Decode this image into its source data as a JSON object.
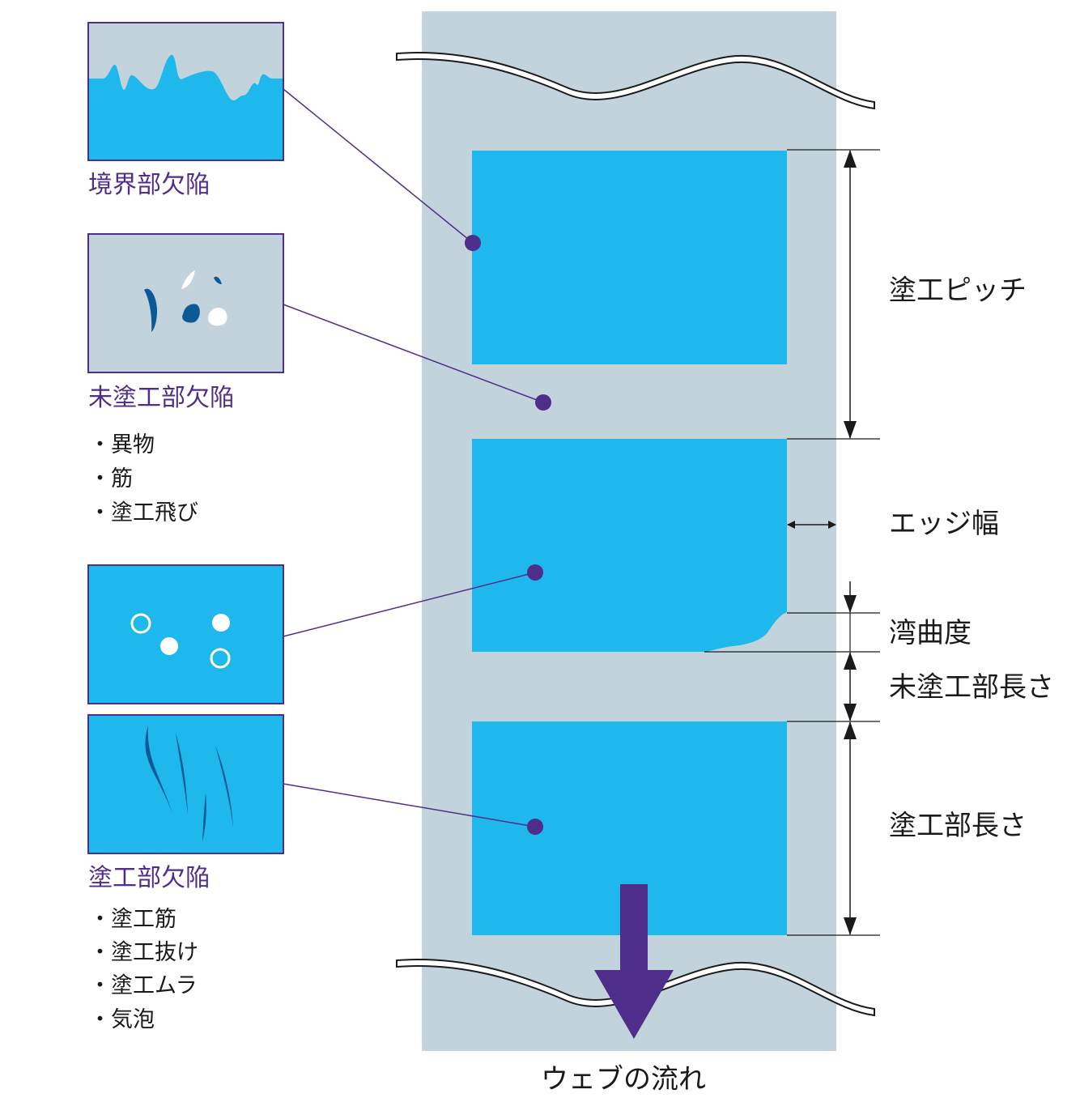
{
  "colors": {
    "web": "#c3d3dc",
    "coating": "#1fb8ed",
    "accent": "#4f2d8a",
    "dark_blue": "#0b5a97",
    "line": "#1a1a1a"
  },
  "defects": {
    "boundary": {
      "title": "境界部欠陥"
    },
    "uncoated": {
      "title": "未塗工部欠陥",
      "items": [
        "異物",
        "筋",
        "塗工飛び"
      ]
    },
    "coated": {
      "title": "塗工部欠陥",
      "items": [
        "塗工筋",
        "塗工抜け",
        "塗工ムラ",
        "気泡"
      ]
    }
  },
  "dimensions": {
    "coating_pitch": "塗工ピッチ",
    "edge_width": "エッジ幅",
    "curvature": "湾曲度",
    "uncoated_length": "未塗工部長さ",
    "coated_length": "塗工部長さ"
  },
  "flow_label": "ウェブの流れ",
  "icons": {
    "flow_arrow": "down-arrow-icon",
    "bullet": "・"
  }
}
